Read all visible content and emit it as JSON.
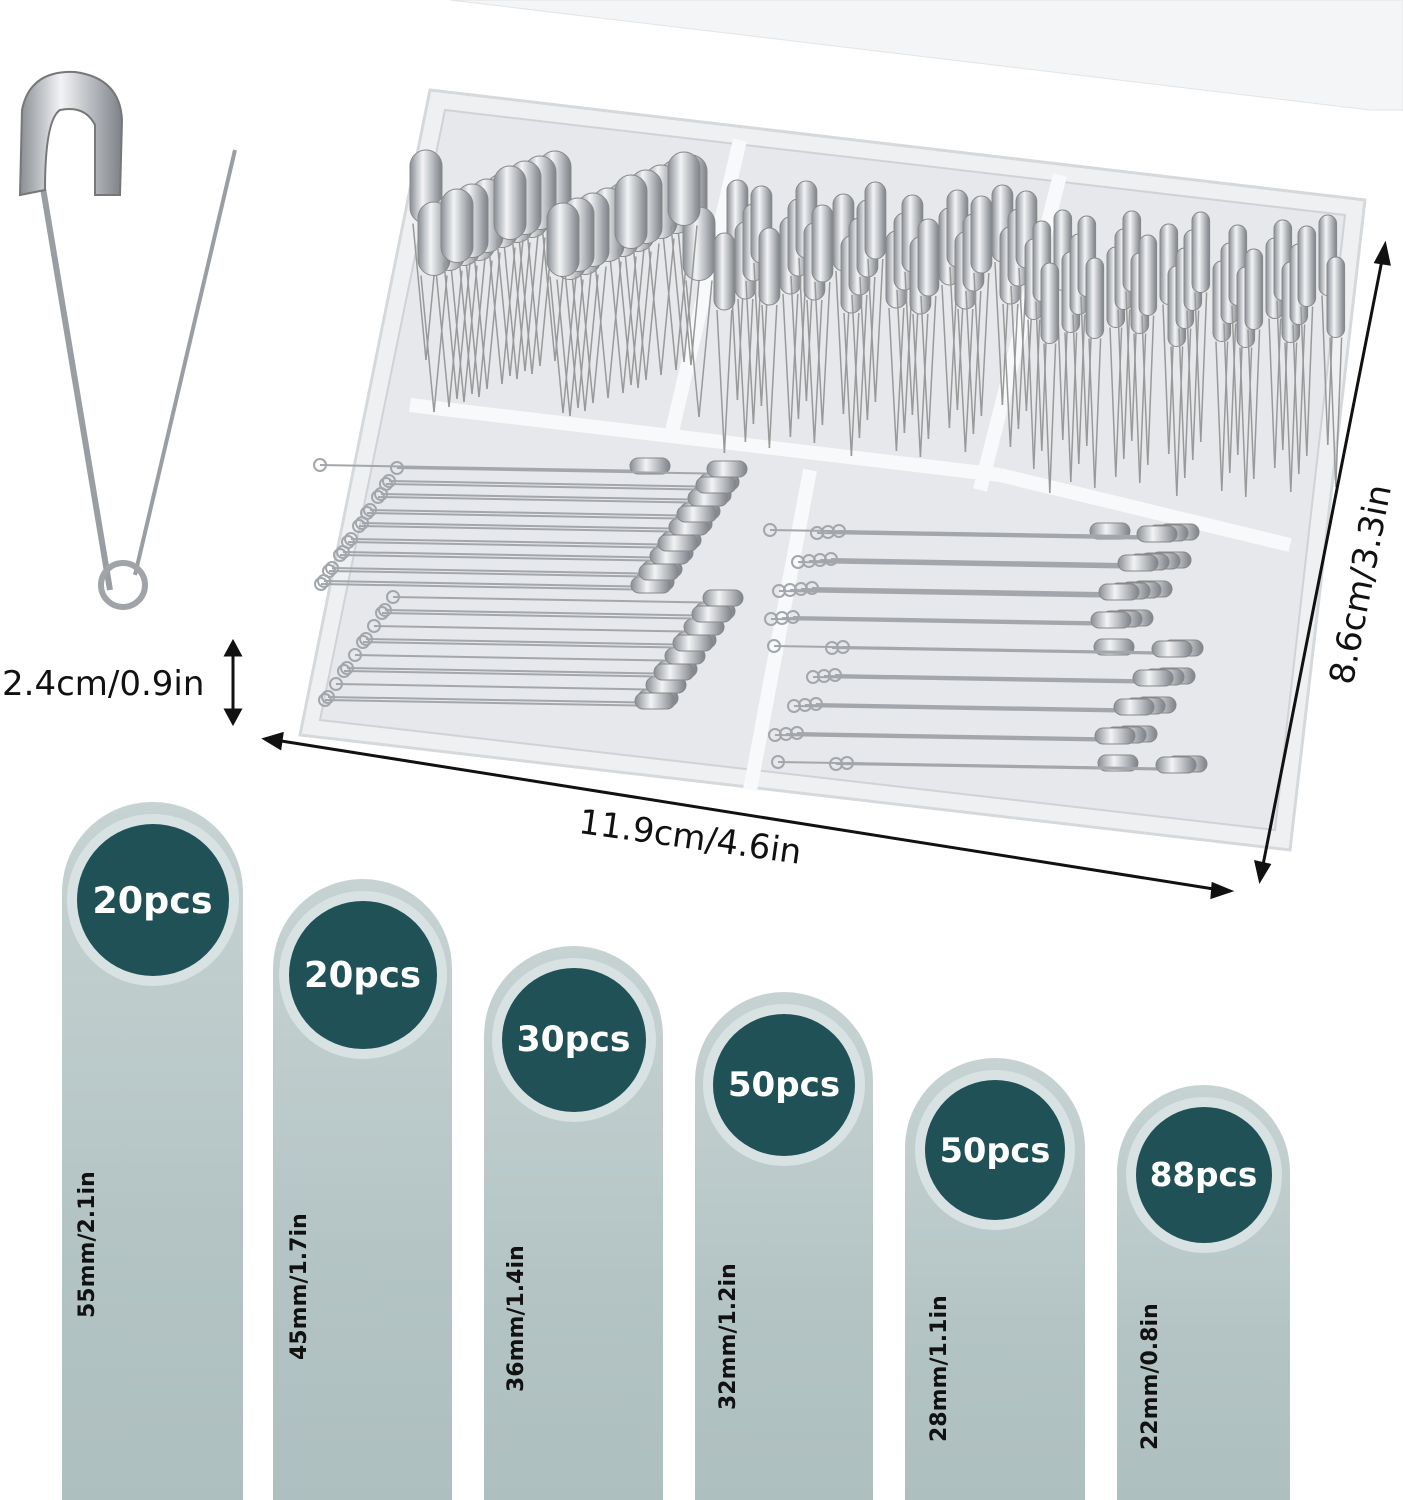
{
  "dimensions": {
    "pin_width": "2.4cm/0.9in",
    "box_height": "8.6cm/3.3in",
    "box_width": "11.9cm/4.6in"
  },
  "sizes": [
    {
      "count": "20pcs",
      "length": "55mm/2.1in"
    },
    {
      "count": "20pcs",
      "length": "45mm/1.7in"
    },
    {
      "count": "30pcs",
      "length": "36mm/1.4in"
    },
    {
      "count": "50pcs",
      "length": "32mm/1.2in"
    },
    {
      "count": "50pcs",
      "length": "28mm/1.1in"
    },
    {
      "count": "88pcs",
      "length": "22mm/0.8in"
    }
  ],
  "colors": {
    "badge": "#1f5157",
    "panel": "#b9c9c9",
    "metal": "#c9ccd0"
  }
}
